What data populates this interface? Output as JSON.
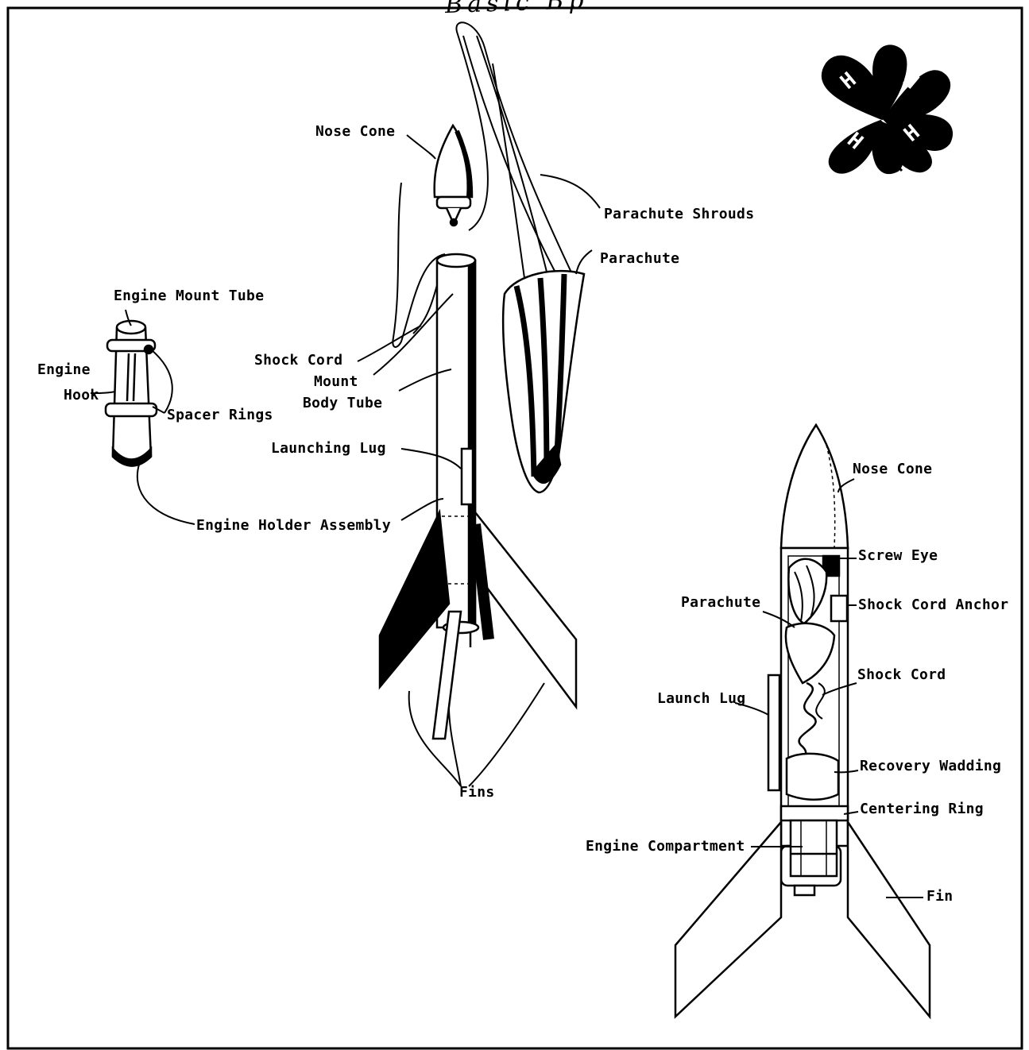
{
  "header": {
    "scrawl": "Basic Bp"
  },
  "exploded_view": {
    "nose_cone": "Nose Cone",
    "parachute_shrouds": "Parachute Shrouds",
    "parachute": "Parachute",
    "engine_mount_tube": "Engine Mount Tube",
    "engine_hook_line1": "Engine",
    "engine_hook_line2": "Hook",
    "spacer_rings": "Spacer Rings",
    "shock_cord": "Shock Cord",
    "mount": "Mount",
    "body_tube": "Body Tube",
    "launching_lug": "Launching Lug",
    "engine_holder_assembly": "Engine Holder Assembly",
    "fins": "Fins"
  },
  "cutaway_view": {
    "nose_cone": "Nose Cone",
    "screw_eye": "Screw Eye",
    "parachute": "Parachute",
    "shock_cord_anchor": "Shock Cord Anchor",
    "shock_cord": "Shock Cord",
    "launch_lug": "Launch Lug",
    "recovery_wadding": "Recovery Wadding",
    "centering_ring": "Centering Ring",
    "engine_compartment": "Engine Compartment",
    "fin": "Fin"
  },
  "logo": {
    "letter": "H"
  }
}
